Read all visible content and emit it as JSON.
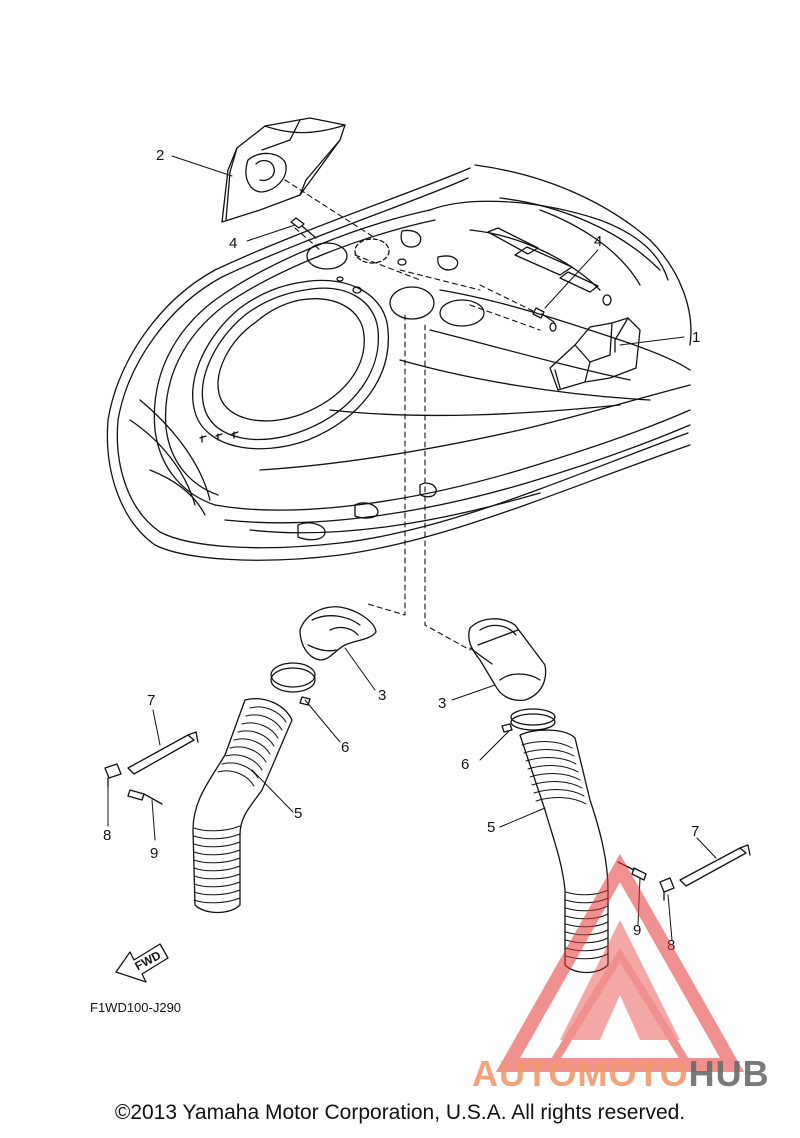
{
  "diagram": {
    "drawing_code": "F1WD100-J290",
    "fwd_label": "FWD",
    "copyright": "©2013 Yamaha Motor Corporation, U.S.A. All rights reserved.",
    "callouts": [
      {
        "id": "c1",
        "label": "1"
      },
      {
        "id": "c2",
        "label": "2"
      },
      {
        "id": "c3a",
        "label": "3"
      },
      {
        "id": "c3b",
        "label": "3"
      },
      {
        "id": "c4a",
        "label": "4"
      },
      {
        "id": "c4b",
        "label": "4"
      },
      {
        "id": "c5a",
        "label": "5"
      },
      {
        "id": "c5b",
        "label": "5"
      },
      {
        "id": "c6a",
        "label": "6"
      },
      {
        "id": "c6b",
        "label": "6"
      },
      {
        "id": "c7a",
        "label": "7"
      },
      {
        "id": "c7b",
        "label": "7"
      },
      {
        "id": "c8a",
        "label": "8"
      },
      {
        "id": "c8b",
        "label": "8"
      },
      {
        "id": "c9a",
        "label": "9"
      },
      {
        "id": "c9b",
        "label": "9"
      }
    ]
  },
  "watermark": {
    "part1": "AUTOMOTO",
    "part2": "HUB",
    "color_primary": "#f29a6b",
    "color_secondary": "#6b6b6b",
    "triangle_color": "#e53935"
  }
}
